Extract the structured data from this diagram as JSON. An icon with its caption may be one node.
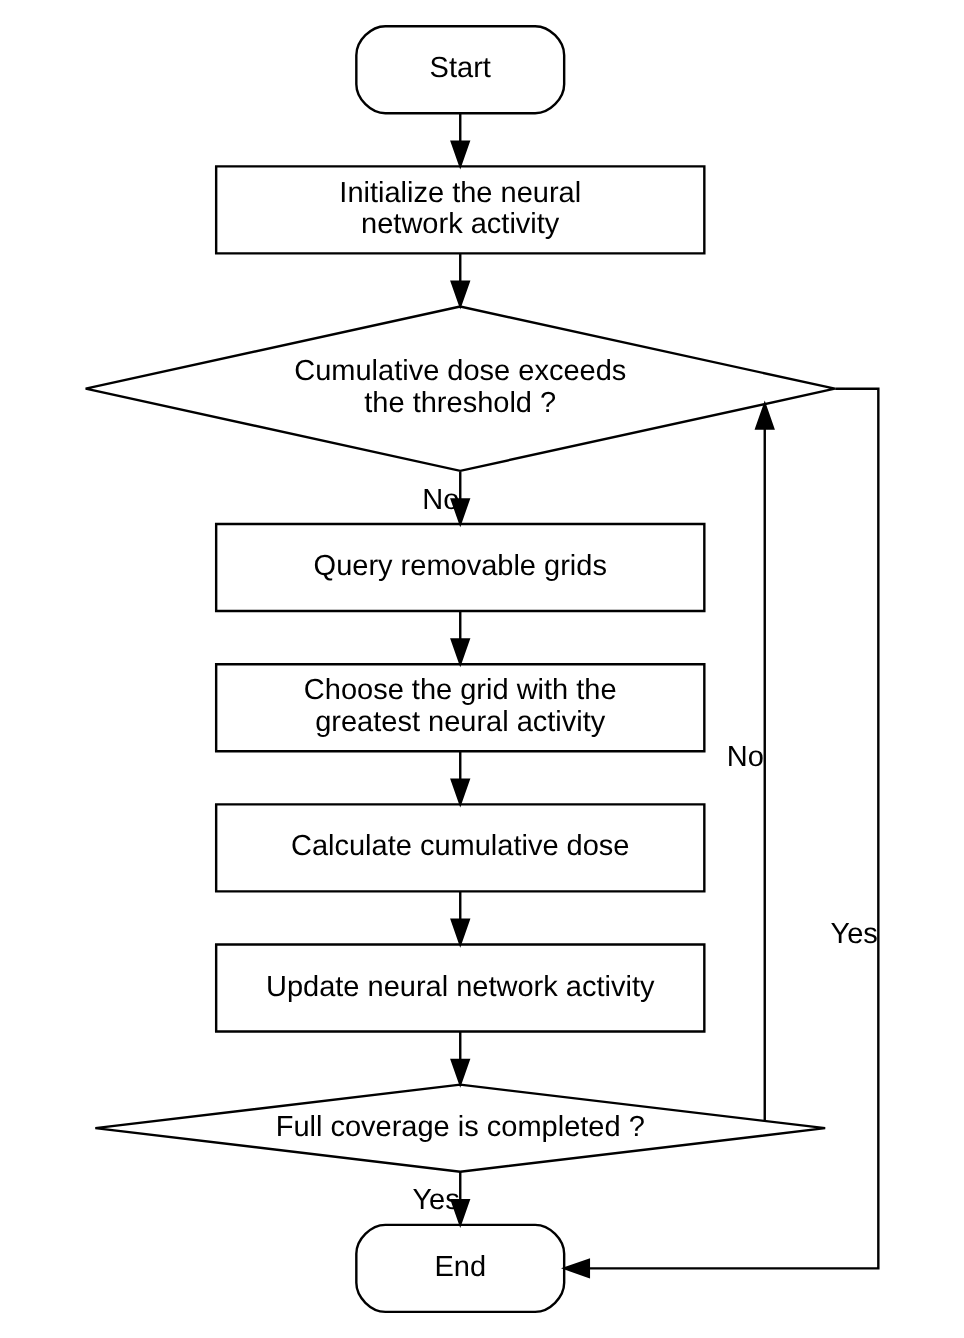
{
  "diagram": {
    "nodes": [
      {
        "text": [
          "Start"
        ]
      },
      {
        "text": [
          "Initialize the neural network activity"
        ]
      },
      {
        "text": [
          "Cumulative dose exceeds the threshold ?"
        ]
      },
      {
        "text": [
          "Query removable grids"
        ]
      },
      {
        "text": [
          "Choose the grid with the greatest neural activity"
        ]
      },
      {
        "text": [
          "Calculate cumulative dose"
        ]
      },
      {
        "text": [
          "Update neural network activity"
        ]
      },
      {
        "text": [
          "Full coverage is completed ?"
        ]
      },
      {
        "text": [
          "End"
        ]
      }
    ],
    "edges": [
      {
        "from": 0,
        "to": 1,
        "arrow": "to"
      },
      {
        "from": 1,
        "to": 2,
        "arrow": "to"
      },
      {
        "from": 2,
        "to": 3,
        "arrow": "to",
        "label": "No"
      },
      {
        "from": 3,
        "to": 4,
        "arrow": "to"
      },
      {
        "from": 4,
        "to": 5,
        "arrow": "to"
      },
      {
        "from": 5,
        "to": 6,
        "arrow": "to"
      },
      {
        "from": 6,
        "to": 7,
        "arrow": "to"
      },
      {
        "from": 7,
        "to": 8,
        "arrow": "to",
        "label": "Yes"
      },
      {
        "from": 7,
        "to": 2,
        "arrow": "to",
        "label": "No"
      },
      {
        "from": 2,
        "to": 8,
        "arrow": "to",
        "label": "Yes"
      }
    ]
  }
}
